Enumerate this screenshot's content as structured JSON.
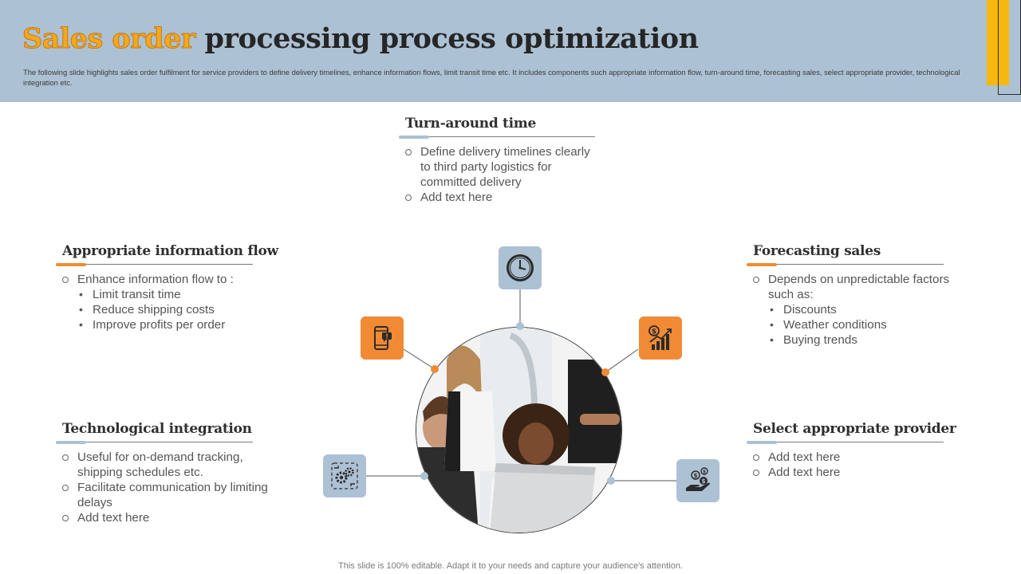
{
  "header": {
    "title_accent": "Sales order",
    "title_rest": " processing process optimization",
    "subtitle": "The following slide highlights sales order fulfilment for service providers to define delivery timelines, enhance information flows, limit transit time etc. It includes components such appropriate information flow, turn-around time, forecasting sales, select appropriate provider, technological integration etc."
  },
  "blocks": {
    "turnaround": {
      "title": "Turn-around time",
      "items": [
        "Define delivery timelines clearly to third party logistics for committed delivery",
        "Add text here"
      ]
    },
    "info_flow": {
      "title": "Appropriate information flow",
      "item": "Enhance information flow to :",
      "sub": [
        "Limit transit time",
        "Reduce shipping costs",
        "Improve profits per order"
      ]
    },
    "forecasting": {
      "title": "Forecasting sales",
      "item": "Depends on unpredictable factors such as:",
      "sub": [
        "Discounts",
        "Weather conditions",
        "Buying trends"
      ]
    },
    "tech": {
      "title": "Technological integration",
      "items": [
        "Useful for on-demand tracking, shipping schedules  etc.",
        "Facilitate communication by limiting delays",
        "Add text here"
      ]
    },
    "provider": {
      "title": "Select appropriate provider",
      "items": [
        "Add text here",
        "Add text here"
      ]
    }
  },
  "icons": {
    "turnaround": "clock-icon",
    "info_flow": "mobile-message-icon",
    "forecasting": "dollar-growth-chart-icon",
    "tech": "gear-integration-icon",
    "provider": "hand-money-icon"
  },
  "colors": {
    "header_bg": "#adc1d4",
    "accent_orange": "#f08a34",
    "accent_blue": "#adc1d4",
    "title_accent": "#f4a81d",
    "deco_yellow": "#f6b80c"
  },
  "footer": "This slide is 100% editable. Adapt it to your needs and capture your audience's attention."
}
